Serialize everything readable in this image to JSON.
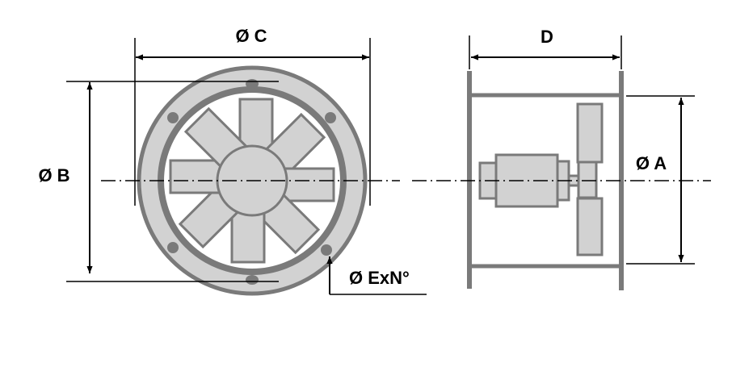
{
  "labels": {
    "dim_c": "Ø C",
    "dim_d": "D",
    "dim_b": "Ø B",
    "dim_a": "Ø A",
    "dim_e": "Ø ExN°"
  },
  "colors": {
    "body": "#7a7a7a",
    "fill": "#d2d2d2",
    "ink": "#000000",
    "background": "#ffffff"
  }
}
